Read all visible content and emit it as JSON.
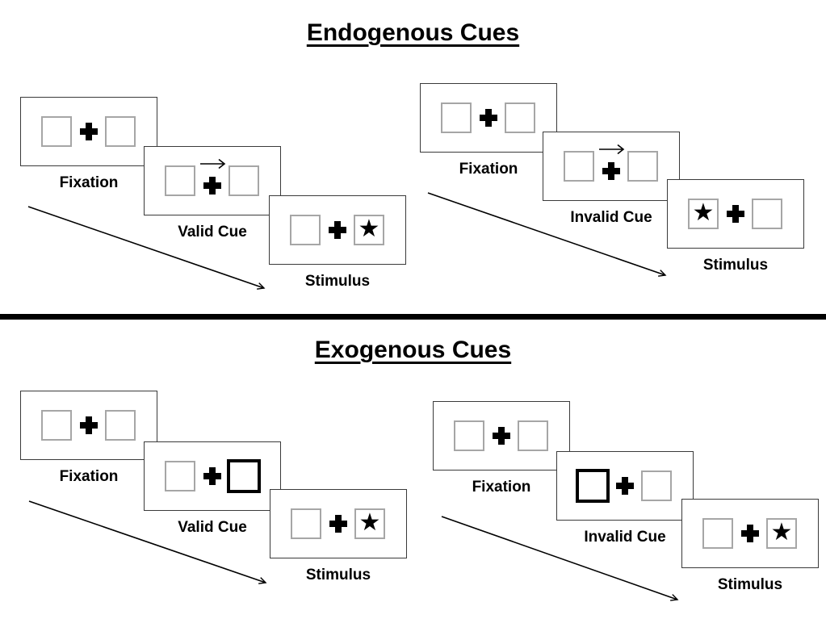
{
  "colors": {
    "background": "#ffffff",
    "panel_border": "#3a3a3a",
    "placeholder_square_border": "#a6a6a6",
    "cue_square_border": "#000000",
    "ink": "#000000"
  },
  "glyphs": {
    "star": "★"
  },
  "sections": [
    {
      "title": "Endogenous Cues",
      "cue_style": "central-arrow",
      "sequences": [
        {
          "name": "valid",
          "frames": [
            {
              "label": "Fixation",
              "kind": "fixation"
            },
            {
              "label": "Valid Cue",
              "kind": "cue",
              "arrow_direction": "right"
            },
            {
              "label": "Stimulus",
              "kind": "stimulus",
              "star_side": "right"
            }
          ]
        },
        {
          "name": "invalid",
          "frames": [
            {
              "label": "Fixation",
              "kind": "fixation"
            },
            {
              "label": "Invalid Cue",
              "kind": "cue",
              "arrow_direction": "right"
            },
            {
              "label": "Stimulus",
              "kind": "stimulus",
              "star_side": "left"
            }
          ]
        }
      ]
    },
    {
      "title": "Exogenous Cues",
      "cue_style": "peripheral-box-highlight",
      "sequences": [
        {
          "name": "valid",
          "frames": [
            {
              "label": "Fixation",
              "kind": "fixation"
            },
            {
              "label": "Valid Cue",
              "kind": "cue",
              "highlight_side": "right"
            },
            {
              "label": "Stimulus",
              "kind": "stimulus",
              "star_side": "right"
            }
          ]
        },
        {
          "name": "invalid",
          "frames": [
            {
              "label": "Fixation",
              "kind": "fixation"
            },
            {
              "label": "Invalid Cue",
              "kind": "cue",
              "highlight_side": "left"
            },
            {
              "label": "Stimulus",
              "kind": "stimulus",
              "star_side": "right"
            }
          ]
        }
      ]
    }
  ]
}
